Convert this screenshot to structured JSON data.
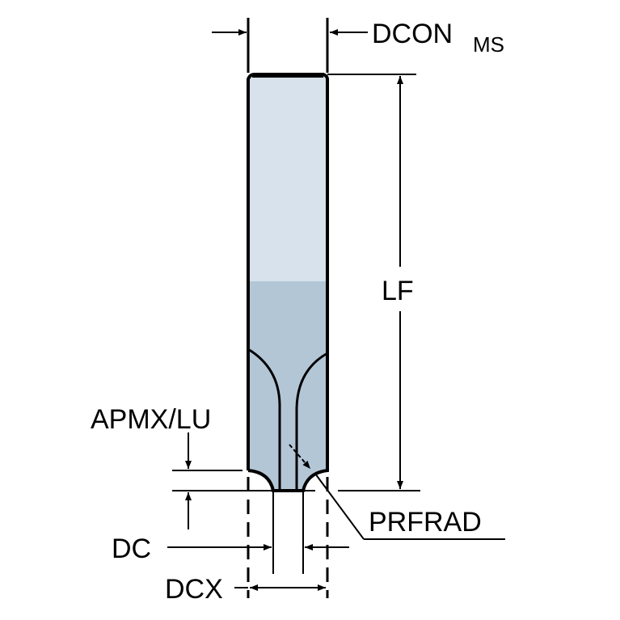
{
  "labels": {
    "dcon": "DCON",
    "dcon_sub": "MS",
    "lf": "LF",
    "apmx_lu": "APMX/LU",
    "prfrad": "PRFRAD",
    "dc": "DC",
    "dcx": "DCX"
  },
  "colors": {
    "shank": "#d7e2ec",
    "cutting": "#b3c6d6",
    "line": "#000000"
  }
}
